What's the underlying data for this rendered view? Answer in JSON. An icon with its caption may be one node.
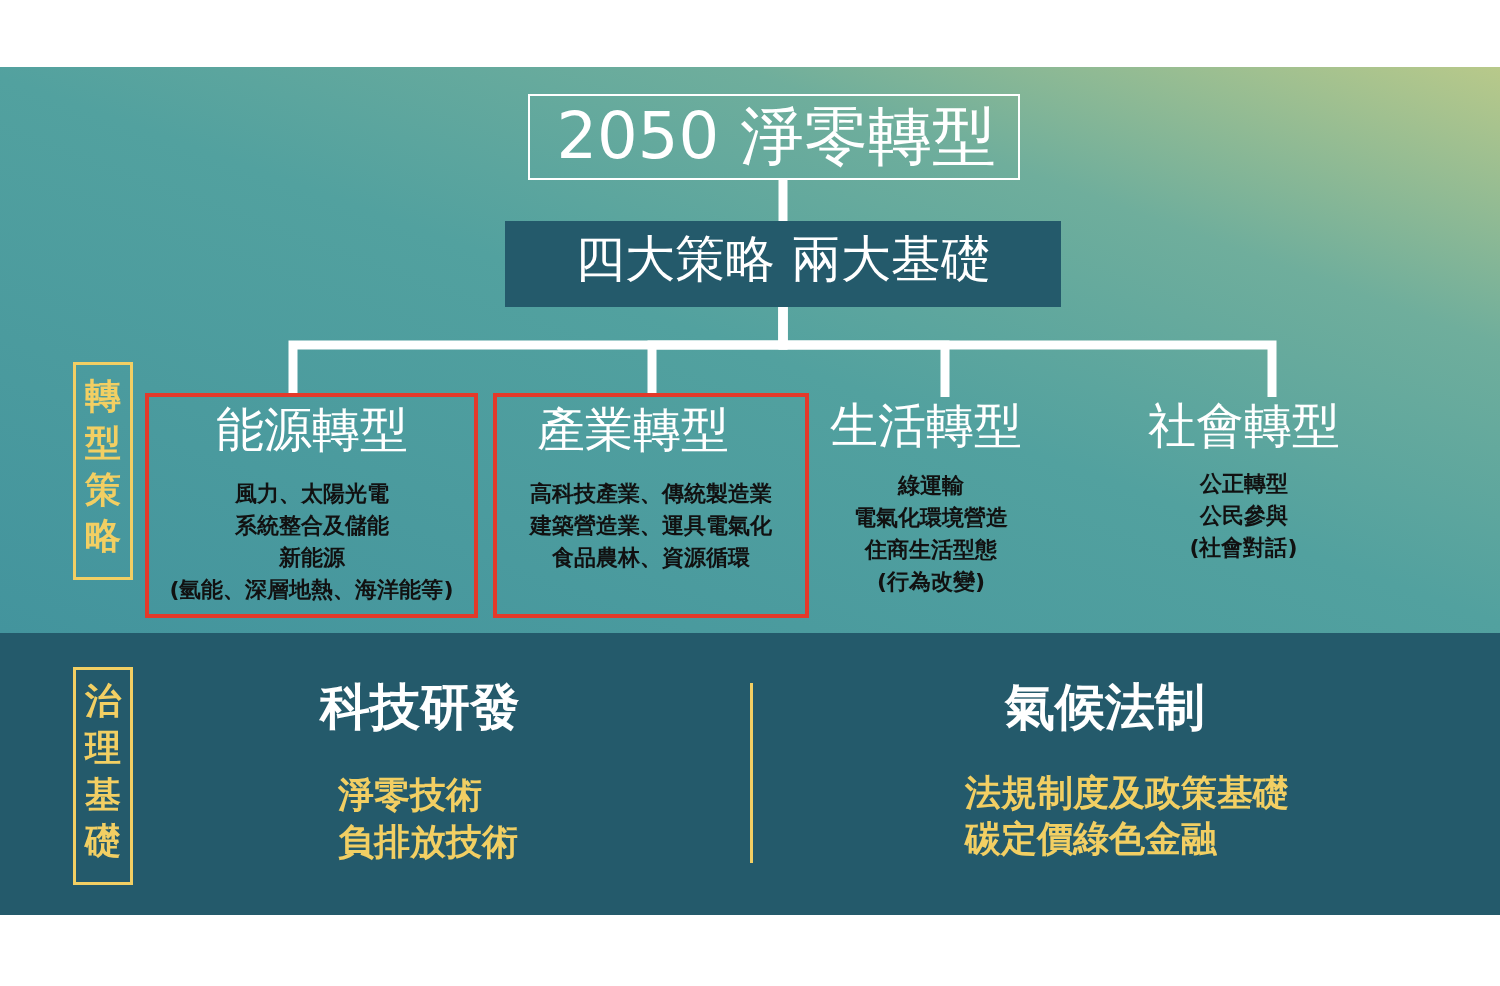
{
  "diagram": {
    "nodes": [
      {
        "text": [
          "2050 淨零轉型"
        ]
      },
      {
        "text": [
          "四大策略 兩大基礎"
        ]
      },
      {
        "text": [
          "轉型策略"
        ]
      },
      {
        "text": [
          "能源轉型",
          "風力、太陽光電",
          "系統整合及儲能",
          "新能源",
          "(氫能、深層地熱、海洋能等)"
        ]
      },
      {
        "text": [
          "產業轉型",
          "高科技產業、傳統製造業",
          "建築營造業、運具電氣化",
          "食品農林、資源循環"
        ]
      },
      {
        "text": [
          "生活轉型",
          "綠運輸",
          "電氣化環境營造",
          "住商生活型態",
          "(行為改變)"
        ]
      },
      {
        "text": [
          "社會轉型",
          "公正轉型",
          "公民參與",
          "(社會對話)"
        ]
      },
      {
        "text": [
          "科技研發",
          "淨零技術",
          "負排放技術",
          "氣候法制",
          "法規制度及政策基礎",
          "碳定價綠色金融"
        ]
      },
      {
        "text": [
          "治理基礎"
        ],
        "in": 7
      }
    ],
    "edges": [
      {
        "from": 0,
        "to": 1,
        "arrow": "none"
      },
      {
        "from": 1,
        "to": 3,
        "arrow": "none"
      },
      {
        "from": 1,
        "to": 4,
        "arrow": "none"
      },
      {
        "from": 1,
        "to": 5,
        "arrow": "none"
      },
      {
        "from": 1,
        "to": 6,
        "arrow": "none"
      }
    ]
  }
}
